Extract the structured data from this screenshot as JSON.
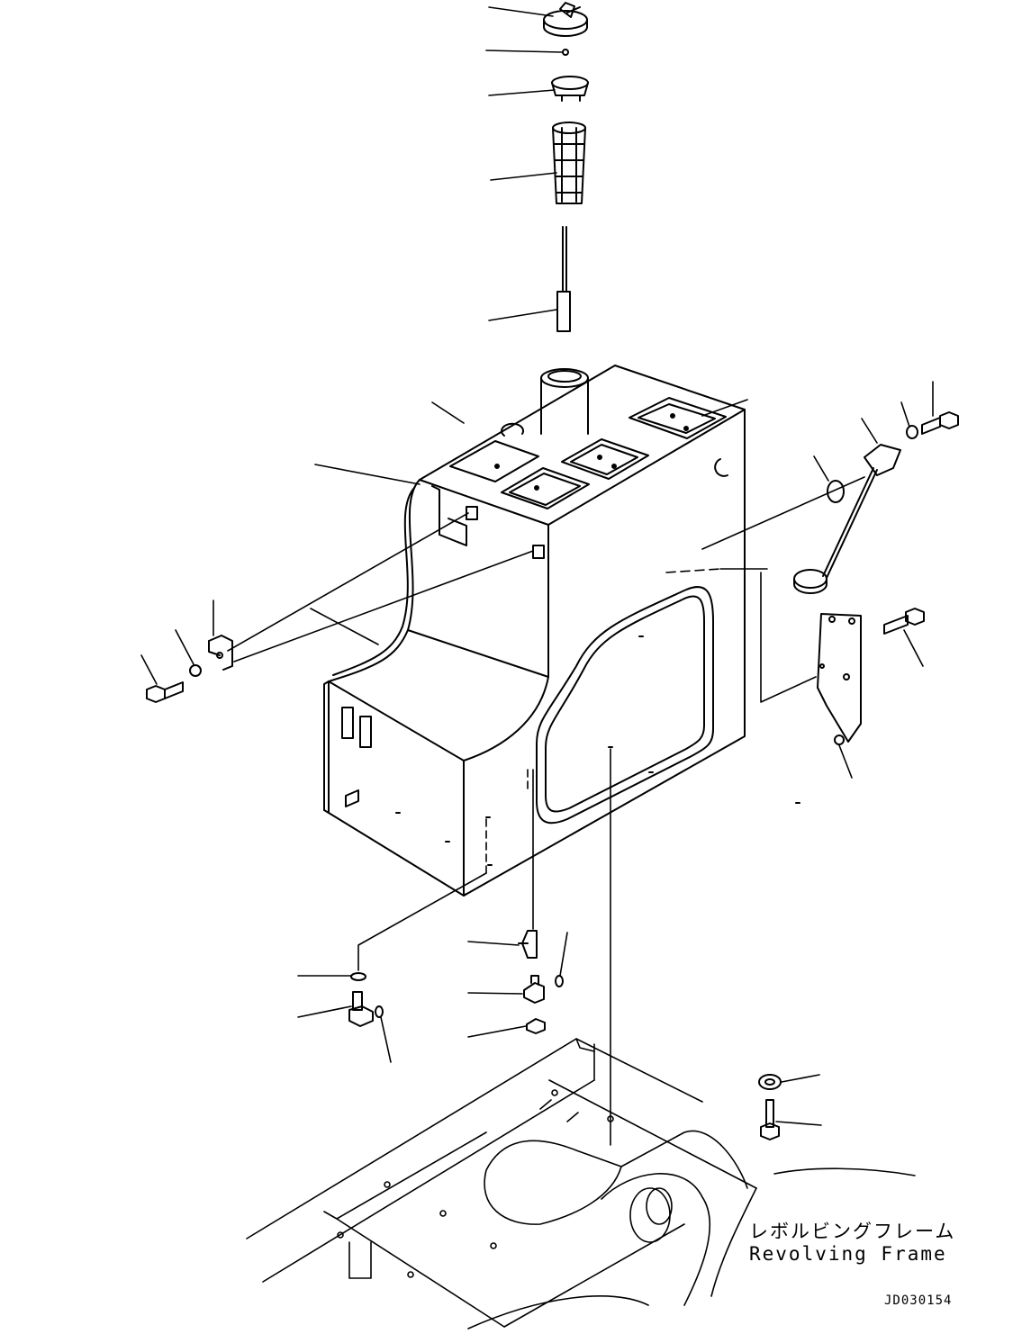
{
  "labels": {
    "frame_jp": "レボルビングフレーム",
    "frame_en": "Revolving Frame",
    "drawing_id": "JD030154"
  },
  "colors": {
    "line": "#000000",
    "background": "#ffffff"
  }
}
